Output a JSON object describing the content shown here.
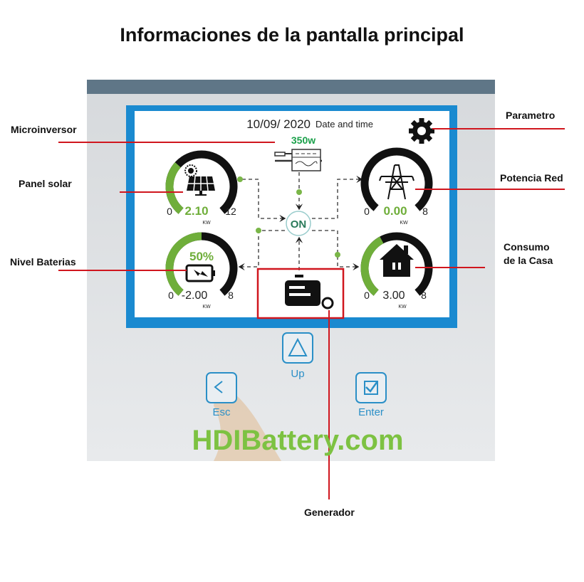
{
  "title": "Informaciones de la pantalla principal",
  "annotations": {
    "microinversor": "Microinversor",
    "panel_solar": "Panel solar",
    "nivel_baterias": "Nivel Baterias",
    "parametro": "Parametro",
    "potencia_red": "Potencia Red",
    "consumo_line1": "Consumo",
    "consumo_line2": "de la Casa",
    "generador": "Generador"
  },
  "screen": {
    "date": "10/09/ 2020",
    "date_label": "Date and time",
    "microinverter_power": "350w",
    "status": "ON",
    "gauges": {
      "solar": {
        "min": "0",
        "max": "12",
        "value": "2.10",
        "unit": "KW",
        "fill": 0.33
      },
      "grid": {
        "min": "0",
        "max": "8",
        "value": "0.00",
        "unit": "KW",
        "fill": 0.0
      },
      "battery": {
        "min": "0",
        "max": "8",
        "value": "-2.00",
        "unit": "KW",
        "percent": "50%",
        "fill": 0.5
      },
      "house": {
        "min": "0",
        "max": "8",
        "value": "3.00",
        "unit": "KW",
        "fill": 0.4
      }
    }
  },
  "buttons": {
    "up": "Up",
    "esc": "Esc",
    "enter": "Enter"
  },
  "watermark": "HDIBattery.com",
  "colors": {
    "accent_green": "#6fae3a",
    "screen_border": "#1a8ad0",
    "annotation_red": "#d0161e"
  }
}
